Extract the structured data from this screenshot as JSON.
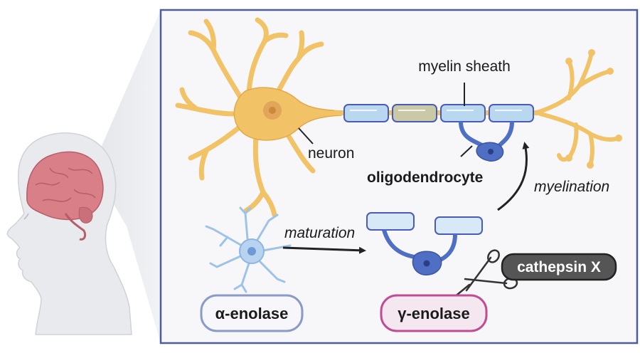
{
  "labels": {
    "myelin_sheath": "myelin sheath",
    "neuron": "neuron",
    "oligodendrocyte": "oligodendrocyte",
    "myelination": "myelination",
    "maturation": "maturation",
    "alpha_enolase": "α-enolase",
    "gamma_enolase": "γ-enolase",
    "cathepsin_x": "cathepsin X"
  },
  "colors": {
    "panel_border": "#4a5f9a",
    "panel_fill": "#f7f7f9",
    "neuron": "#f2c267",
    "neuron_outline": "#e2a948",
    "myelin_fill": "#b9d8ef",
    "myelin_outline": "#4a5cb8",
    "oligo": "#4f6fc4",
    "opc": "#9ec3e8",
    "brain": "#d87f88",
    "alpha_pill_border": "#8a9bc7",
    "gamma_pill_border": "#c04d93",
    "gamma_pill_fill": "#f5e7f0",
    "cathepsin_fill": "#555555"
  },
  "icons": [
    "head-brain-icon",
    "neuron-icon",
    "myelin-sheath-icon",
    "oligodendrocyte-icon",
    "precursor-cell-icon",
    "immature-oligodendrocyte-icon",
    "scissors-icon"
  ]
}
